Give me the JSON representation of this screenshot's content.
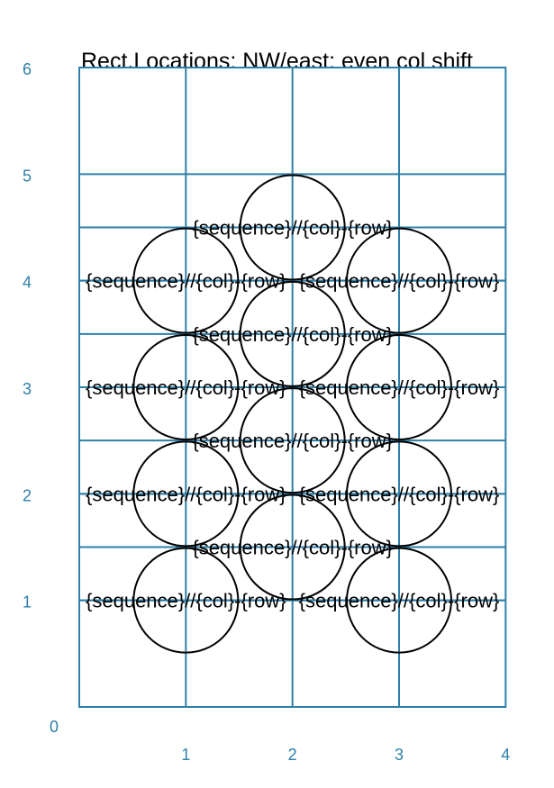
{
  "title": "Rect.Locations: NW/east: even col shift",
  "colors": {
    "grid": "#2e7fa9",
    "axis_text": "#2e7fa9",
    "circle": "#000000",
    "text": "#000000"
  },
  "x_ticks": [
    "1",
    "2",
    "3",
    "4"
  ],
  "y_ticks": [
    "6",
    "5",
    "4",
    "3",
    "2",
    "1"
  ],
  "origin": "0",
  "grid": {
    "cols": 4,
    "rows": 6,
    "x_lines": [
      1,
      2,
      3
    ],
    "y_lines": [
      5
    ]
  },
  "locations": [
    {
      "col": 1,
      "row": 4,
      "label": "{sequence}//{col}-{row}"
    },
    {
      "col": 2,
      "row": 4.5,
      "label": "{sequence}//{col}-{row}"
    },
    {
      "col": 3,
      "row": 4,
      "label": "{sequence}//{col}-{row}"
    },
    {
      "col": 1,
      "row": 3,
      "label": "{sequence}//{col}-{row}"
    },
    {
      "col": 2,
      "row": 3.5,
      "label": "{sequence}//{col}-{row}"
    },
    {
      "col": 3,
      "row": 3,
      "label": "{sequence}//{col}-{row}"
    },
    {
      "col": 1,
      "row": 2,
      "label": "{sequence}//{col}-{row}"
    },
    {
      "col": 2,
      "row": 2.5,
      "label": "{sequence}//{col}-{row}"
    },
    {
      "col": 3,
      "row": 2,
      "label": "{sequence}//{col}-{row}"
    },
    {
      "col": 1,
      "row": 1,
      "label": "{sequence}//{col}-{row}"
    },
    {
      "col": 2,
      "row": 1.5,
      "label": "{sequence}//{col}-{row}"
    },
    {
      "col": 3,
      "row": 1,
      "label": "{sequence}//{col}-{row}"
    }
  ]
}
